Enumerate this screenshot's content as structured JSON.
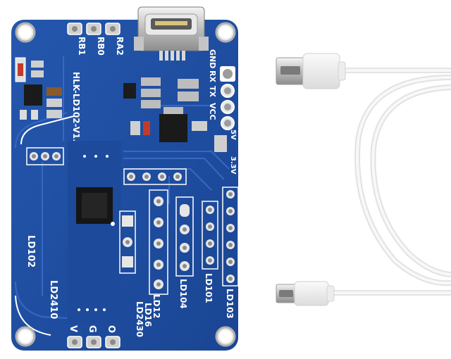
{
  "board": {
    "top_labels": [
      "RB1",
      "RB0",
      "RA2"
    ],
    "right_labels": [
      "GND",
      "RX",
      "TX",
      "VCC"
    ],
    "title": "HLK-LD102-V1.0",
    "voltage_labels": [
      "5V",
      "3.3V"
    ],
    "module_labels": [
      "LD102",
      "LD2410",
      "LD12",
      "LD16",
      "LD2430",
      "LD104",
      "LD101",
      "LD103"
    ],
    "bottom_labels": [
      "V",
      "G",
      "O"
    ]
  },
  "colors": {
    "pcb": "#1f4fa3",
    "pcb_dark": "#173f86",
    "trace": "#2a5fbe",
    "silk": "#ffffff",
    "pad": "#c9c9c4",
    "cable": "#f2f2f2"
  }
}
